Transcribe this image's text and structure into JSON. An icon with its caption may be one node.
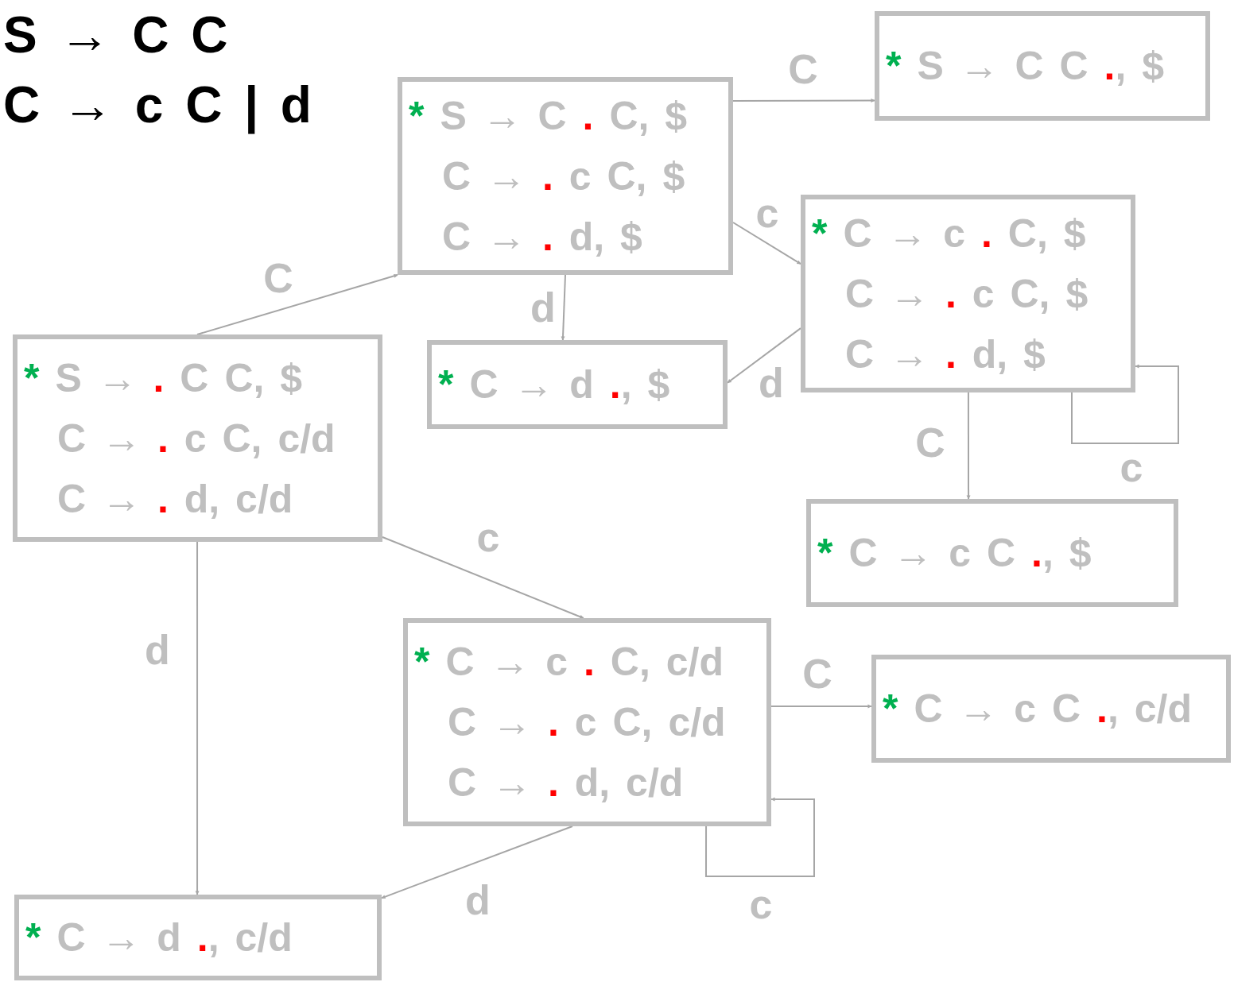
{
  "diagram": {
    "nodes": [
      {
        "text": [
          "* S → C C ., $"
        ]
      },
      {
        "text": [
          "* S → C . C, $",
          "C → . c C, $",
          "C → . d, $"
        ]
      },
      {
        "text": [
          "* C → c . C, $",
          "C → . c C, $",
          "C → . d, $"
        ]
      },
      {
        "text": [
          "* S → . C C, $",
          "C → . c C, c/d",
          "C → . d, c/d"
        ]
      },
      {
        "text": [
          "* C → d ., $"
        ]
      },
      {
        "text": [
          "* C → c C ., $"
        ]
      },
      {
        "text": [
          "* C → c . C, c/d",
          "C → . c C, c/d",
          "C → . d, c/d"
        ]
      },
      {
        "text": [
          "* C → c C ., c/d"
        ]
      },
      {
        "text": [
          "* C → d ., c/d"
        ]
      }
    ],
    "edges": [
      {
        "from": 3,
        "to": 1,
        "arrow": "to",
        "label": "C"
      },
      {
        "from": 1,
        "to": 0,
        "arrow": "to",
        "label": "C"
      },
      {
        "from": 1,
        "to": 2,
        "arrow": "to",
        "label": "c"
      },
      {
        "from": 1,
        "to": 4,
        "arrow": "to",
        "label": "d"
      },
      {
        "from": 2,
        "to": 4,
        "arrow": "to",
        "label": "d"
      },
      {
        "from": 2,
        "to": 5,
        "arrow": "to",
        "label": "C"
      },
      {
        "from": 2,
        "to": 2,
        "arrow": "to",
        "label": "c"
      },
      {
        "from": 3,
        "to": 6,
        "arrow": "to",
        "label": "c"
      },
      {
        "from": 3,
        "to": 8,
        "arrow": "to",
        "label": "d"
      },
      {
        "from": 6,
        "to": 7,
        "arrow": "to",
        "label": "C"
      },
      {
        "from": 6,
        "to": 6,
        "arrow": "to",
        "label": "c"
      },
      {
        "from": 6,
        "to": 8,
        "arrow": "to",
        "label": "d"
      }
    ],
    "labels": [
      "S → C C",
      "C → c C | d"
    ]
  }
}
